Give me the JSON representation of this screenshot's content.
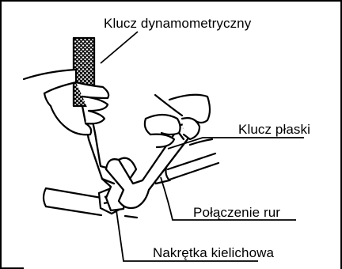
{
  "diagram": {
    "labels": {
      "torque_wrench": "Klucz dynamometryczny",
      "flat_wrench": "Klucz płaski",
      "pipe_connection": "Połączenie rur",
      "flare_nut": "Nakrętka kielichowa"
    },
    "icons": [
      "hand-icon",
      "torque-wrench-icon",
      "flat-wrench-icon",
      "pipe-icon",
      "flare-nut-icon"
    ],
    "colors": {
      "line": "#000000",
      "background": "#ffffff"
    }
  }
}
